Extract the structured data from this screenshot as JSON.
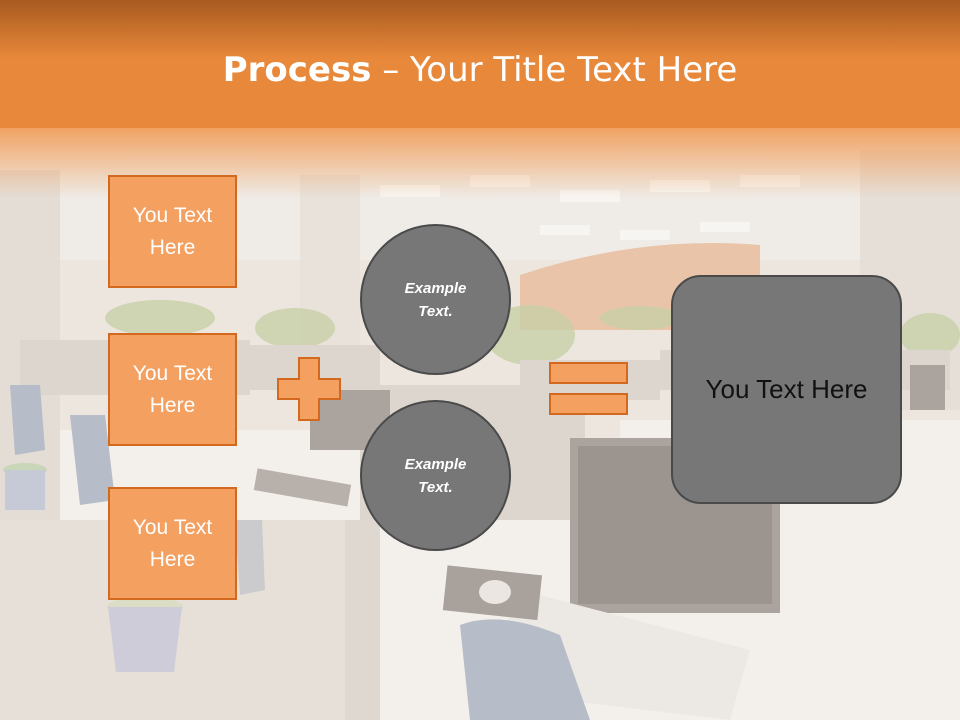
{
  "title": {
    "bold": "Process",
    "rest": " – Your Title Text Here"
  },
  "boxes": [
    "You Text Here",
    "You Text Here",
    "You Text Here"
  ],
  "circles": [
    "Example Text.",
    "Example Text."
  ],
  "result": "You Text Here",
  "colors": {
    "accent": "#e8883a",
    "box_fill": "#f3a060",
    "box_border": "#d2691e",
    "gray": "#777777"
  }
}
